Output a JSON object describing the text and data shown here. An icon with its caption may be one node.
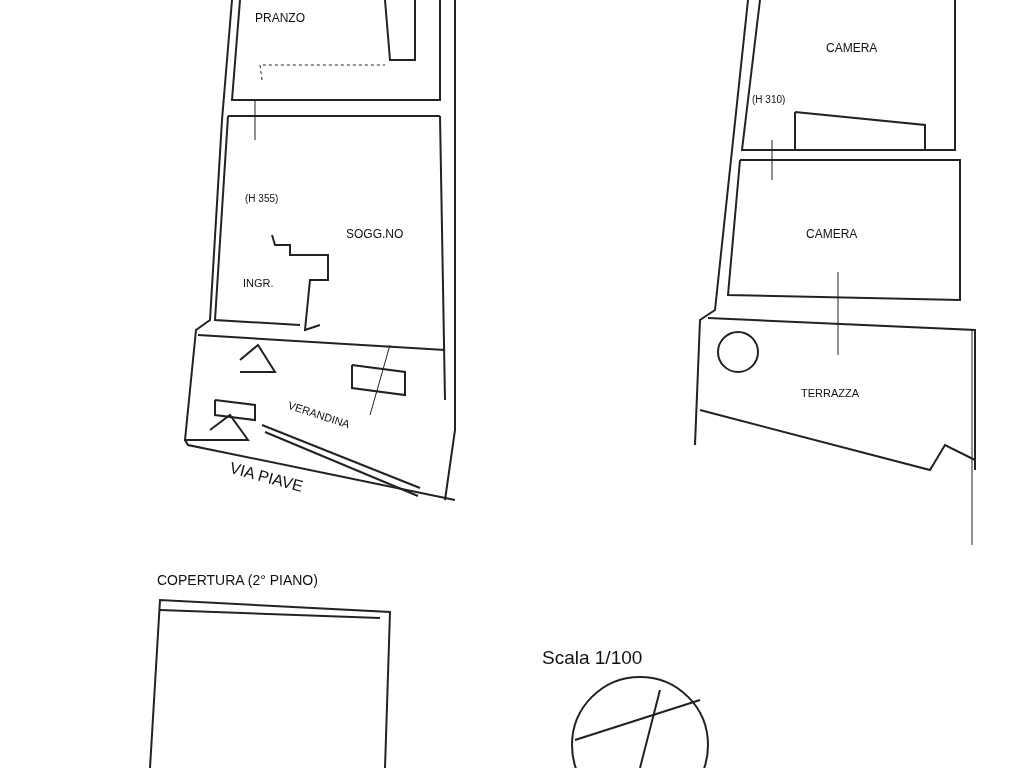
{
  "diagram": {
    "labels": [
      "PRANZO",
      "CAMERA",
      "(H 310)",
      "(H 355)",
      "SOGG.NO",
      "CAMERA",
      "INGR.",
      "TERRAZZA",
      "VERANDINA",
      "VIA PIAVE",
      "COPERTURA (2° PIANO)",
      "Scala 1/100"
    ]
  }
}
